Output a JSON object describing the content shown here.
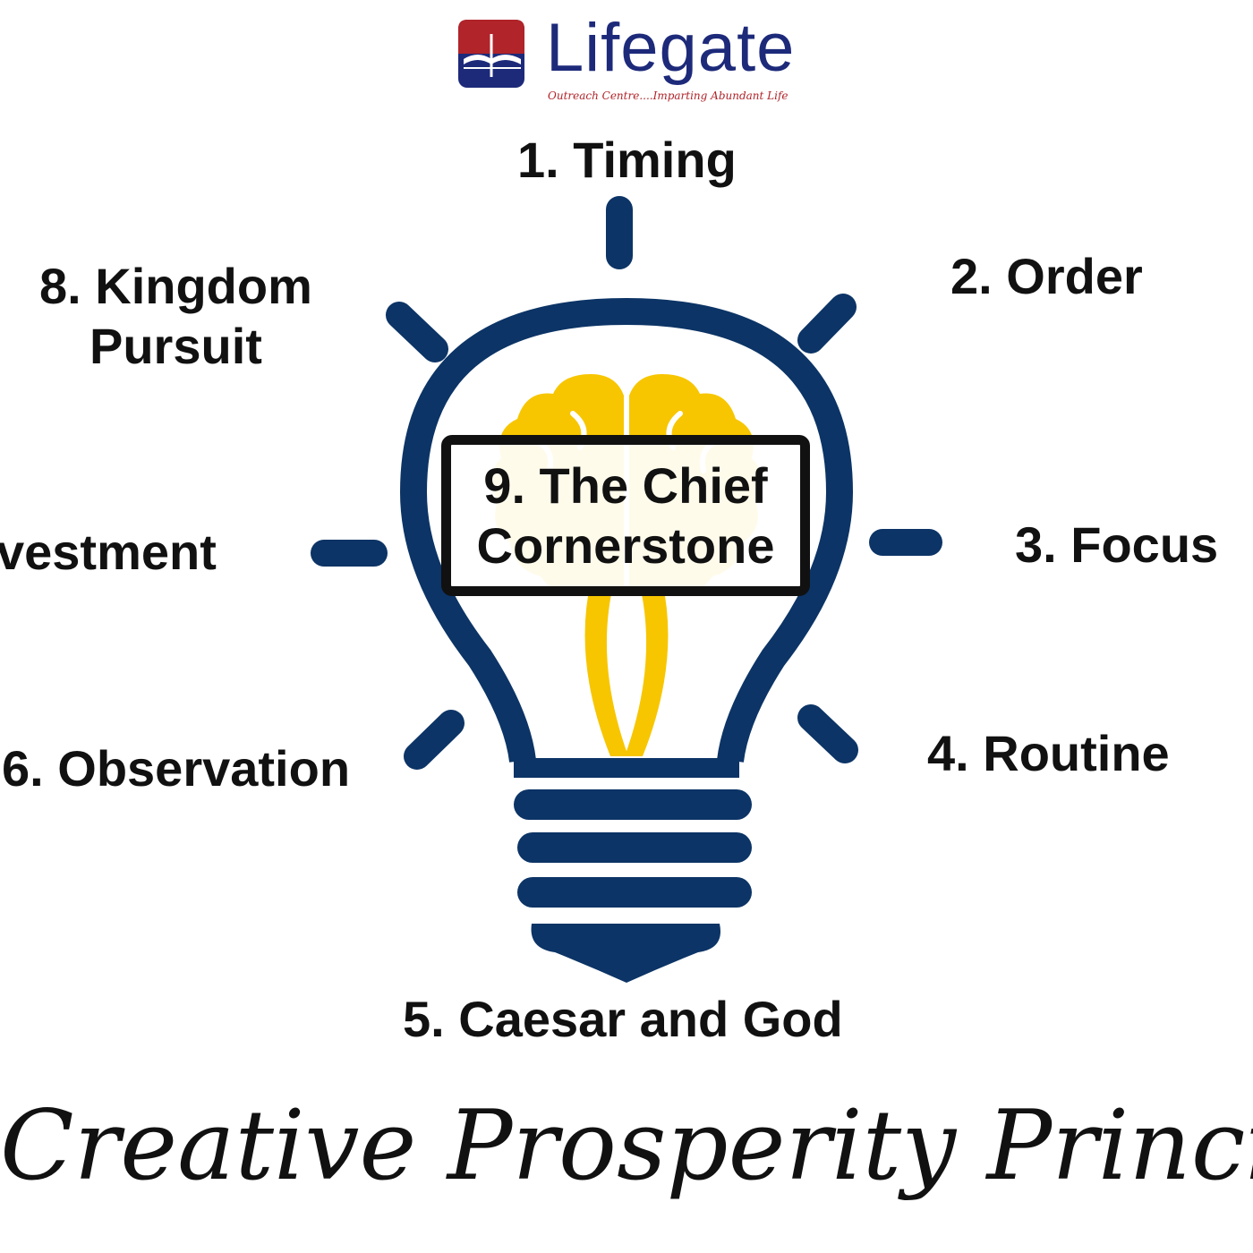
{
  "logo": {
    "wordmark": "Lifegate",
    "tagline": "Outreach Centre....Imparting Abundant Life",
    "colors": {
      "brand_blue": "#1d2a7a",
      "brand_red": "#b0242a"
    }
  },
  "principles": {
    "p1": "1. Timing",
    "p2": "2. Order",
    "p3": "3. Focus",
    "p4": "4. Routine",
    "p5": "5. Caesar and God",
    "p6": "6. Observation",
    "p7_visible": "vestment",
    "p8_line1": "8. Kingdom",
    "p8_line2": "Pursuit",
    "p9_line1": "9. The Chief",
    "p9_line2": "Cornerstone"
  },
  "title": "Creative Prosperity Principles",
  "colors": {
    "bulb_navy": "#0c3466",
    "brain_yellow": "#f7c600",
    "text_black": "#111111"
  },
  "icons": {
    "center": "lightbulb-brain-icon",
    "logo": "open-book-icon"
  }
}
